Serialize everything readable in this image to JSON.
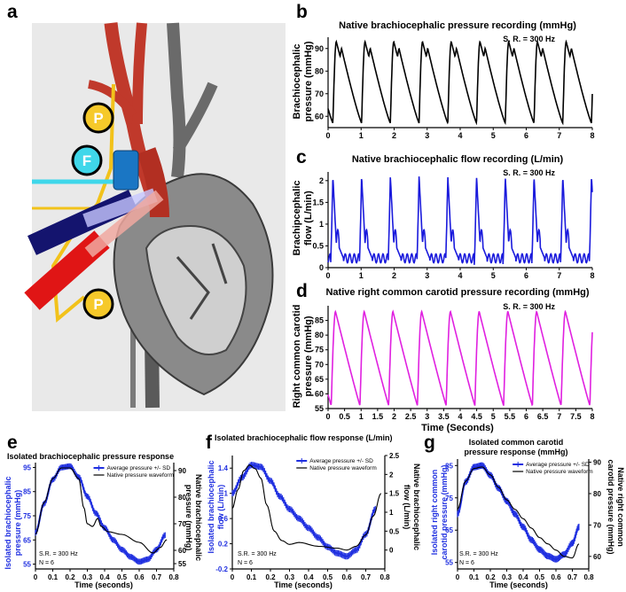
{
  "panel_letters": {
    "a": "a",
    "b": "b",
    "c": "c",
    "d": "d",
    "e": "e",
    "f": "f",
    "g": "g"
  },
  "illustration": {
    "badge_p_top": "P",
    "badge_f": "F",
    "badge_p_bottom": "P"
  },
  "colors": {
    "pressure": "#000000",
    "flow": "#1a1adc",
    "carotid": "#e020e0",
    "average": "#1f2fe0"
  },
  "chart_data": [
    {
      "id": "b",
      "type": "line",
      "title": "Native brachiocephalic pressure recording (mmHg)",
      "sr_label": "S. R. = 300 Hz",
      "ylabel": [
        "Brachiocephalic",
        "pressure (mmHg)"
      ],
      "xlim": [
        0,
        8
      ],
      "ylim": [
        55,
        95
      ],
      "xticks": [
        "0",
        "1",
        "2",
        "3",
        "4",
        "5",
        "6",
        "7",
        "8"
      ],
      "yticks": [
        "60",
        "70",
        "80",
        "90"
      ],
      "ytick_values": [
        60,
        70,
        80,
        90
      ],
      "series": [
        {
          "beat_period_s": 0.87,
          "first_peak_s": 0.25,
          "min": 57,
          "max": 93
        }
      ]
    },
    {
      "id": "c",
      "type": "line",
      "title": "Native brachiocephalic flow recording (L/min)",
      "sr_label": "S. R. = 300 Hz",
      "ylabel": [
        "Brachipcephalic",
        "flow (L/min)"
      ],
      "xlim": [
        0,
        8
      ],
      "ylim": [
        0,
        2.2
      ],
      "xticks": [
        "0",
        "1",
        "2",
        "3",
        "4",
        "5",
        "6",
        "7",
        "8"
      ],
      "yticks": [
        "0",
        "0.5",
        "1",
        "1.5",
        "2"
      ],
      "ytick_values": [
        0,
        0.5,
        1,
        1.5,
        2
      ],
      "series": [
        {
          "beat_period_s": 0.87,
          "first_peak_s": 0.18,
          "min": 0.05,
          "max": 2.1
        }
      ]
    },
    {
      "id": "d",
      "type": "line",
      "title": "Native right common carotid pressure recording (mmHg)",
      "sr_label": "S. R. = 300 Hz",
      "ylabel": [
        "Right common carotid",
        "pressure (mmHg)"
      ],
      "xlabel": "Time (Seconds)",
      "xlim": [
        0,
        8
      ],
      "ylim": [
        55,
        90
      ],
      "xticks": [
        "0",
        "0.5",
        "1",
        "1.5",
        "2",
        "2.5",
        "3",
        "3.5",
        "4",
        "4.5",
        "5",
        "5.5",
        "6",
        "6.5",
        "7",
        "7.5",
        "8"
      ],
      "yticks": [
        "55",
        "60",
        "65",
        "70",
        "75",
        "80",
        "85"
      ],
      "ytick_values": [
        55,
        60,
        65,
        70,
        75,
        80,
        85
      ],
      "series": [
        {
          "beat_period_s": 0.87,
          "first_peak_s": 0.2,
          "min": 56,
          "max": 88
        }
      ]
    },
    {
      "id": "e",
      "type": "line",
      "title": "Isolated brachiocephalic pressure response",
      "ylabel_left": [
        "Isolated brachiocephalic",
        "pressure (mmHg)"
      ],
      "ylabel_right": [
        "Native brachiocephalic",
        "pressure (mmHg)"
      ],
      "xlabel": "Time (seconds)",
      "xlim": [
        0,
        0.8
      ],
      "ylim_left": [
        53,
        97
      ],
      "ylim_right": [
        53,
        93
      ],
      "xticks": [
        "0",
        "0.1",
        "0.2",
        "0.3",
        "0.4",
        "0.5",
        "0.6",
        "0.7",
        "0.8"
      ],
      "yticks_left": [
        "55",
        "65",
        "75",
        "85",
        "95"
      ],
      "yticks_left_values": [
        55,
        65,
        75,
        85,
        95
      ],
      "yticks_right": [
        "55",
        "60",
        "70",
        "80",
        "90"
      ],
      "yticks_right_values": [
        55,
        60,
        70,
        80,
        90
      ],
      "sr_label": "S.R. = 300 Hz",
      "n_label": "N = 6",
      "legend": [
        "Average pressure +/- SD",
        "Native pressure waveform"
      ],
      "avg": {
        "x": [
          0,
          0.05,
          0.1,
          0.15,
          0.2,
          0.25,
          0.3,
          0.35,
          0.4,
          0.45,
          0.5,
          0.55,
          0.6,
          0.65,
          0.7,
          0.75
        ],
        "y": [
          68,
          80,
          90,
          95,
          95.5,
          91,
          83,
          76,
          70,
          65,
          61,
          58,
          56,
          57,
          61,
          67
        ],
        "sd": 1.2
      },
      "native": {
        "x": [
          0,
          0.05,
          0.1,
          0.15,
          0.2,
          0.25,
          0.28,
          0.3,
          0.33,
          0.36,
          0.38,
          0.42,
          0.5,
          0.6,
          0.68,
          0.72,
          0.76
        ],
        "y": [
          66,
          78,
          87,
          91,
          91,
          87,
          76,
          70,
          69,
          72,
          69,
          67,
          66,
          63,
          59,
          61,
          64
        ]
      }
    },
    {
      "id": "f",
      "type": "line",
      "title": "Isolated brachiocephalic flow response (L/min)",
      "ylabel_left": [
        "Isolated brachiocephalic",
        "flow (L/min)"
      ],
      "ylabel_right": [
        "Native brachiocephalic",
        "flow (L/min)"
      ],
      "xlabel": "Time (seconds)",
      "xlim": [
        0,
        0.8
      ],
      "ylim_left": [
        -0.2,
        1.6
      ],
      "ylim_right": [
        -0.5,
        2.5
      ],
      "xticks": [
        "0",
        "0.1",
        "0.2",
        "0.3",
        "0.4",
        "0.5",
        "0.6",
        "0.7",
        "0.8"
      ],
      "yticks_left": [
        "-0.2",
        "0.2",
        "0.6",
        "1",
        "1.4"
      ],
      "yticks_left_values": [
        -0.2,
        0.2,
        0.6,
        1.0,
        1.4
      ],
      "yticks_right": [
        "0",
        "0.5",
        "1",
        "1.5",
        "2",
        "2.5"
      ],
      "yticks_right_values": [
        0,
        0.5,
        1,
        1.5,
        2,
        2.5
      ],
      "sr_label": "S.R. = 300 Hz",
      "n_label": "N = 6",
      "legend": [
        "Average pressure +/- SD",
        "Native pressure waveform"
      ],
      "avg": {
        "x": [
          0,
          0.05,
          0.1,
          0.15,
          0.2,
          0.25,
          0.3,
          0.35,
          0.4,
          0.45,
          0.5,
          0.55,
          0.6,
          0.65,
          0.7,
          0.75
        ],
        "y": [
          1.0,
          1.25,
          1.45,
          1.42,
          1.2,
          0.95,
          0.75,
          0.6,
          0.45,
          0.3,
          0.15,
          0.05,
          0.0,
          0.1,
          0.35,
          0.75
        ],
        "sd": 0.05
      },
      "native": {
        "x": [
          0,
          0.03,
          0.06,
          0.09,
          0.12,
          0.15,
          0.18,
          0.22,
          0.26,
          0.3,
          0.35,
          0.45,
          0.55,
          0.6,
          0.65,
          0.7,
          0.74,
          0.78
        ],
        "y": [
          1.1,
          1.6,
          2.1,
          2.25,
          2.15,
          1.9,
          1.2,
          0.5,
          0.25,
          0.15,
          0.2,
          0.1,
          0.05,
          0.0,
          0.1,
          0.4,
          0.9,
          1.5
        ]
      }
    },
    {
      "id": "g",
      "type": "line",
      "title": [
        "Isolated common carotid",
        "pressure response (mmHg)"
      ],
      "ylabel_left": [
        "Isolated right common",
        "carotid pressure (mmHg)"
      ],
      "ylabel_right": [
        "Native right common",
        "carotid pressure (mmHg)"
      ],
      "xlabel": "Time (seconds)",
      "xlim": [
        0,
        0.8
      ],
      "ylim_left": [
        53,
        87
      ],
      "ylim_right": [
        56,
        91
      ],
      "xticks": [
        "0",
        "0.1",
        "0.2",
        "0.3",
        "0.4",
        "0.5",
        "0.6",
        "0.7",
        "0.8"
      ],
      "yticks_left": [
        "55",
        "65",
        "75",
        "85"
      ],
      "yticks_left_values": [
        55,
        65,
        75,
        85
      ],
      "yticks_right": [
        "60",
        "70",
        "80",
        "90"
      ],
      "yticks_right_values": [
        60,
        70,
        80,
        90
      ],
      "sr_label": "S.R. = 300 Hz",
      "n_label": "N = 6",
      "legend": [
        "Average pressure +/- SD",
        "Native pressure waveform"
      ],
      "avg": {
        "x": [
          0,
          0.05,
          0.1,
          0.15,
          0.2,
          0.25,
          0.3,
          0.35,
          0.4,
          0.45,
          0.5,
          0.55,
          0.6,
          0.65,
          0.7,
          0.74
        ],
        "y": [
          70,
          80,
          84.5,
          85,
          82,
          78,
          74,
          70,
          66,
          62,
          59,
          57,
          56,
          57.5,
          61,
          66
        ],
        "sd": 1.0
      },
      "native": {
        "x": [
          0,
          0.05,
          0.1,
          0.15,
          0.2,
          0.25,
          0.3,
          0.35,
          0.4,
          0.45,
          0.5,
          0.55,
          0.6,
          0.65,
          0.7,
          0.74
        ],
        "y": [
          75,
          84,
          88,
          88.5,
          86,
          82,
          78,
          75,
          72,
          69,
          66,
          64,
          62,
          60,
          59.5,
          64
        ]
      }
    }
  ]
}
